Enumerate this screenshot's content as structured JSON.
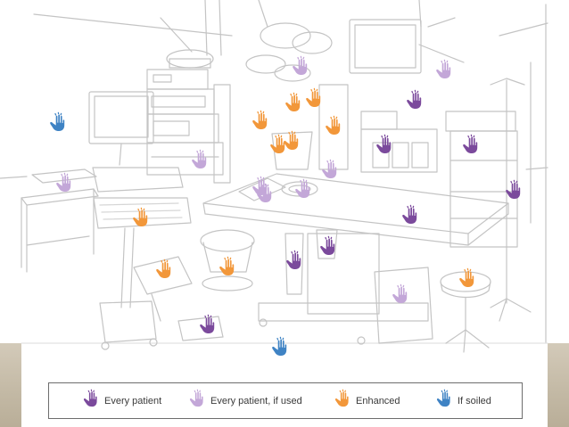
{
  "colors": {
    "line": "#c4c4c4",
    "every_patient": "#7b4a9c",
    "every_patient_if_used": "#c3a7d8",
    "enhanced": "#f2973a",
    "if_soiled": "#3f83c4"
  },
  "hands": [
    {
      "category": "if_soiled",
      "color_key": "if_soiled",
      "icon": "hand-icon"
    },
    {
      "category": "every_patient_if_used",
      "color_key": "every_patient_if_used",
      "icon": "hand-icon"
    },
    {
      "category": "every_patient_if_used",
      "color_key": "every_patient_if_used",
      "icon": "hand-icon"
    },
    {
      "category": "every_patient_if_used",
      "color_key": "every_patient_if_used",
      "icon": "hand-icon"
    },
    {
      "category": "every_patient_if_used",
      "color_key": "every_patient_if_used",
      "icon": "hand-icon"
    },
    {
      "category": "every_patient_if_used",
      "color_key": "every_patient_if_used",
      "icon": "hand-icon"
    },
    {
      "category": "every_patient_if_used",
      "color_key": "every_patient_if_used",
      "icon": "hand-icon"
    },
    {
      "category": "every_patient_if_used",
      "color_key": "every_patient_if_used",
      "icon": "hand-icon"
    },
    {
      "category": "every_patient_if_used",
      "color_key": "every_patient_if_used",
      "icon": "hand-icon"
    },
    {
      "category": "enhanced",
      "color_key": "enhanced",
      "icon": "hand-icon"
    },
    {
      "category": "enhanced",
      "color_key": "enhanced",
      "icon": "hand-icon"
    },
    {
      "category": "enhanced",
      "color_key": "enhanced",
      "icon": "hand-icon"
    },
    {
      "category": "enhanced",
      "color_key": "enhanced",
      "icon": "hand-icon"
    },
    {
      "category": "enhanced",
      "color_key": "enhanced",
      "icon": "hand-icon"
    },
    {
      "category": "enhanced",
      "color_key": "enhanced",
      "icon": "hand-icon"
    },
    {
      "category": "enhanced",
      "color_key": "enhanced",
      "icon": "hand-icon"
    },
    {
      "category": "enhanced",
      "color_key": "enhanced",
      "icon": "hand-icon"
    },
    {
      "category": "enhanced",
      "color_key": "enhanced",
      "icon": "hand-icon"
    },
    {
      "category": "enhanced",
      "color_key": "enhanced",
      "icon": "hand-icon"
    },
    {
      "category": "every_patient",
      "color_key": "every_patient",
      "icon": "hand-icon"
    },
    {
      "category": "every_patient",
      "color_key": "every_patient",
      "icon": "hand-icon"
    },
    {
      "category": "every_patient",
      "color_key": "every_patient",
      "icon": "hand-icon"
    },
    {
      "category": "every_patient",
      "color_key": "every_patient",
      "icon": "hand-icon"
    },
    {
      "category": "every_patient",
      "color_key": "every_patient",
      "icon": "hand-icon"
    },
    {
      "category": "every_patient",
      "color_key": "every_patient",
      "icon": "hand-icon"
    },
    {
      "category": "every_patient",
      "color_key": "every_patient",
      "icon": "hand-icon"
    },
    {
      "category": "every_patient",
      "color_key": "every_patient",
      "icon": "hand-icon"
    },
    {
      "category": "every_patient_if_used",
      "color_key": "every_patient_if_used",
      "icon": "hand-icon"
    },
    {
      "category": "if_soiled",
      "color_key": "if_soiled",
      "icon": "hand-icon"
    }
  ],
  "legend": [
    {
      "label": "Every patient",
      "color_key": "every_patient",
      "icon": "hand-icon"
    },
    {
      "label": "Every patient, if used",
      "color_key": "every_patient_if_used",
      "icon": "hand-icon"
    },
    {
      "label": "Enhanced",
      "color_key": "enhanced",
      "icon": "hand-icon"
    },
    {
      "label": "If soiled",
      "color_key": "if_soiled",
      "icon": "hand-icon"
    }
  ]
}
